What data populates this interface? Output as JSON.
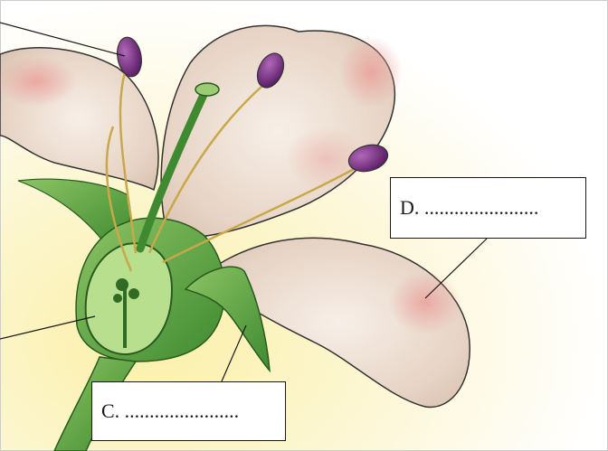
{
  "diagram": {
    "labels": [
      {
        "id": "D",
        "text": "D. ......................."
      },
      {
        "id": "C",
        "text": "C. ......................."
      }
    ],
    "colors": {
      "petal": "#ecdcd0",
      "petal_blush": "#e9a6a0",
      "stem": "#5a9a3a",
      "stem_dark": "#2f6b25",
      "anther": "#7d2b86",
      "filament": "#c9a84a",
      "background_glow": "#fbf3b8",
      "outline": "#222222"
    }
  }
}
